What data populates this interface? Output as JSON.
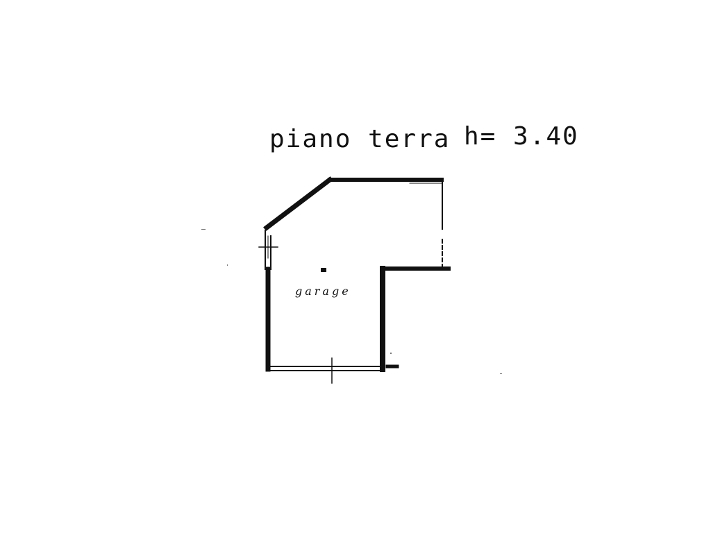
{
  "plan": {
    "title": "piano terra",
    "height_label": "h= 3.40",
    "rooms": [
      {
        "name": "garage"
      }
    ],
    "colors": {
      "wall": "#111111",
      "background": "#ffffff"
    }
  }
}
